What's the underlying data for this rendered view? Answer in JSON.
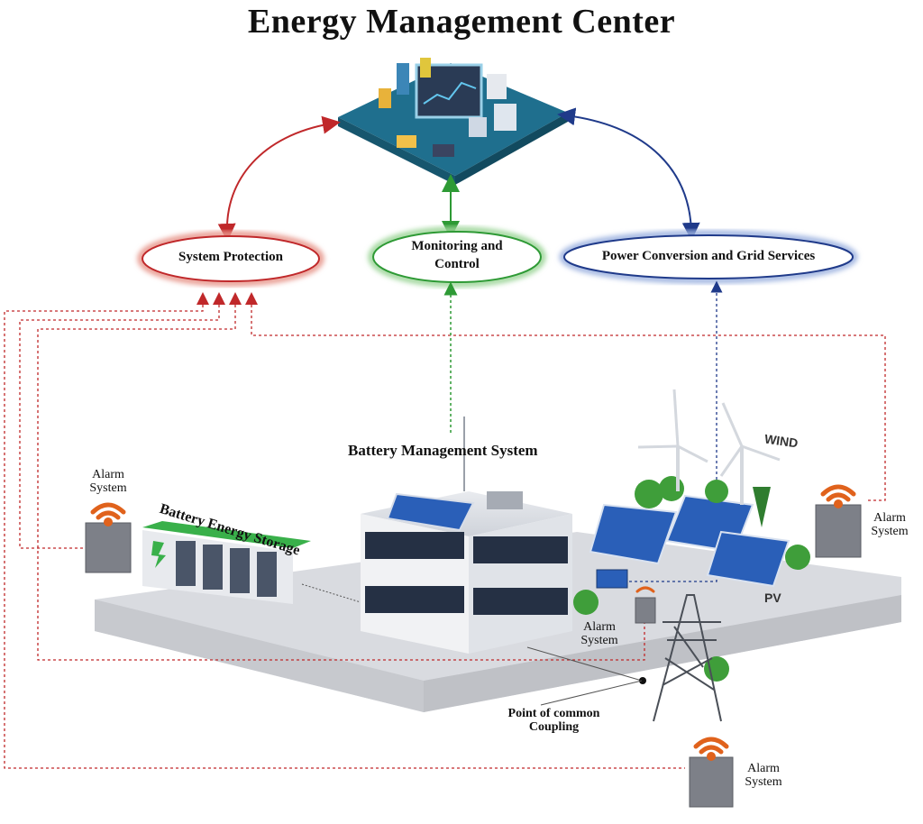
{
  "title": "Energy Management Center",
  "nodes": {
    "system_protection": "System Protection",
    "monitoring_line1": "Monitoring and",
    "monitoring_line2": "Control",
    "power_conversion": "Power Conversion and Grid Services"
  },
  "labels": {
    "bms": "Battery Management System",
    "bes": "Battery Energy Storage",
    "wind": "WIND",
    "pv": "PV",
    "pcc_line1": "Point of common",
    "pcc_line2": "Coupling",
    "alarm_line1": "Alarm",
    "alarm_line2": "System"
  },
  "colors": {
    "protection": "#c0282a",
    "monitoring": "#2e9a35",
    "power": "#1f3a8a",
    "panel_blue": "#2a5fb8",
    "platform_teal": "#1c6e8c",
    "wifi_orange": "#e0621c"
  },
  "icons": {
    "control_center": "control-center-platform-icon",
    "alarm": "alarm-cabinet-icon",
    "wifi": "wifi-signal-icon",
    "transmission_tower": "transmission-tower-icon",
    "wind_turbine": "wind-turbine-icon",
    "solar_panel": "solar-panel-icon"
  }
}
